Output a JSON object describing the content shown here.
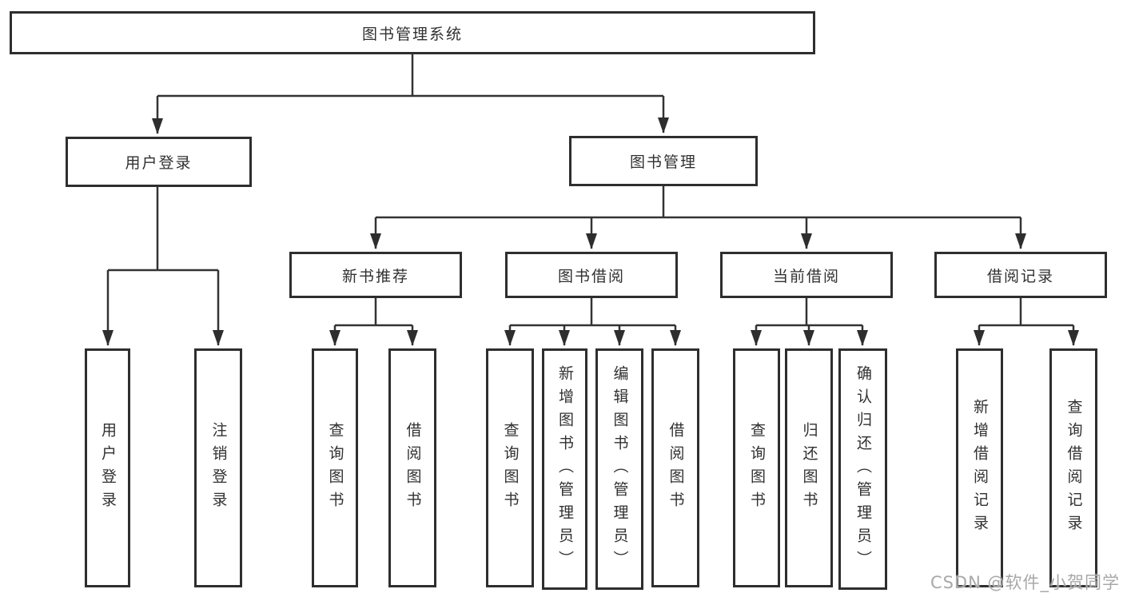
{
  "diagram": {
    "title": "图书管理系统",
    "root_label": "图书管理系统",
    "login": {
      "label": "用户登录",
      "children": [
        {
          "label": "用户登录"
        },
        {
          "label": "注销登录"
        }
      ]
    },
    "mgmt": {
      "label": "图书管理",
      "groups": [
        {
          "label": "新书推荐",
          "children": [
            {
              "label": "查询图书"
            },
            {
              "label": "借阅图书"
            }
          ]
        },
        {
          "label": "图书借阅",
          "children": [
            {
              "label": "查询图书"
            },
            {
              "label": "新增图书（管理员）"
            },
            {
              "label": "编辑图书（管理员）"
            },
            {
              "label": "借阅图书"
            }
          ]
        },
        {
          "label": "当前借阅",
          "children": [
            {
              "label": "查询图书"
            },
            {
              "label": "归还图书"
            },
            {
              "label": "确认归还（管理员）"
            }
          ]
        },
        {
          "label": "借阅记录",
          "children": [
            {
              "label": "新增借阅记录"
            },
            {
              "label": "查询借阅记录"
            }
          ]
        }
      ]
    }
  },
  "colors": {
    "line": "#333333",
    "border": "#2e2e2e",
    "text": "#303030",
    "watermark": "#a8a8a8",
    "background": "#ffffff"
  },
  "watermark": {
    "text": "CSDN @软件_小贺同学"
  }
}
